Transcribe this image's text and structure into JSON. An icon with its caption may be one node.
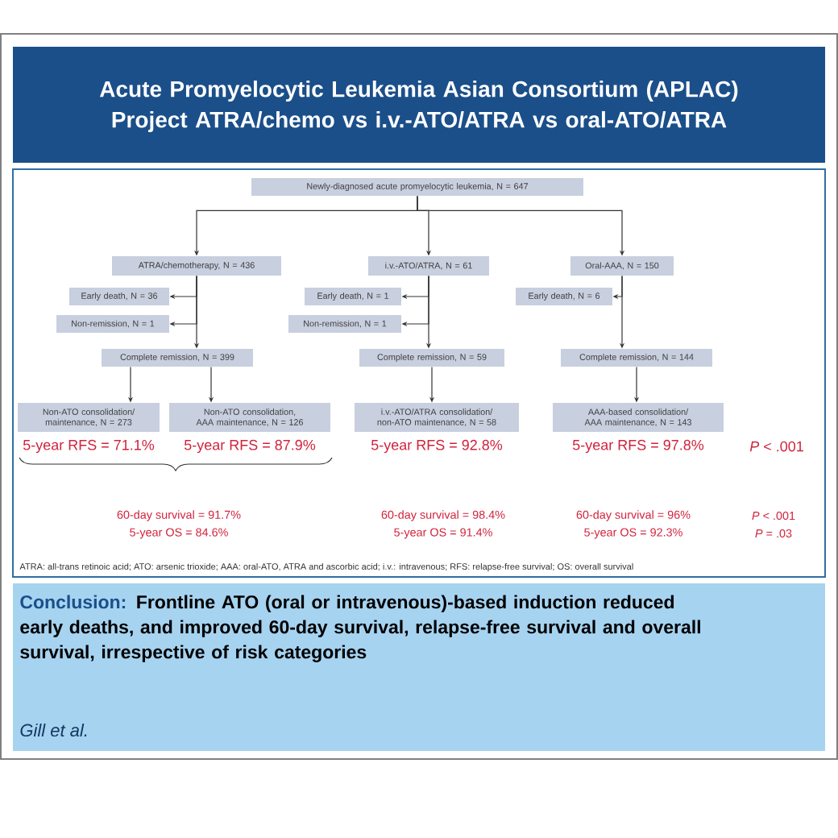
{
  "diagram": {
    "title": "Acute Promyelocytic Leukemia Asian Consortium (APLAC) Project ATRA/chemo vs i.v.-ATO/ATRA vs oral-ATO/ATRA",
    "nodes": [
      {
        "text": [
          "Newly-diagnosed acute promyelocytic leukemia, N = 647"
        ]
      },
      {
        "text": [
          "ATRA/chemotherapy, N = 436"
        ]
      },
      {
        "text": [
          "i.v.-ATO/ATRA, N = 61"
        ]
      },
      {
        "text": [
          "Oral-AAA, N = 150"
        ]
      },
      {
        "text": [
          "Early death, N = 36"
        ]
      },
      {
        "text": [
          "Non-remission, N = 1"
        ]
      },
      {
        "text": [
          "Early death, N = 1"
        ]
      },
      {
        "text": [
          "Non-remission, N = 1"
        ]
      },
      {
        "text": [
          "Early death, N = 6"
        ]
      },
      {
        "text": [
          "Complete remission, N = 399"
        ]
      },
      {
        "text": [
          "Complete remission, N = 59"
        ]
      },
      {
        "text": [
          "Complete remission, N = 144"
        ]
      },
      {
        "text": [
          "Non-ATO consolidation/ maintenance, N = 273"
        ],
        "beside": [
          "5-year RFS = 71.1%"
        ]
      },
      {
        "text": [
          "Non-ATO consolidation, AAA maintenance, N = 126"
        ],
        "beside": [
          "5-year RFS = 87.9%"
        ]
      },
      {
        "text": [
          "i.v.-ATO/ATRA consolidation/ non-ATO maintenance, N = 58"
        ],
        "beside": [
          "5-year RFS = 92.8%"
        ]
      },
      {
        "text": [
          "AAA-based consolidation/ AAA maintenance, N = 143"
        ],
        "beside": [
          "5-year RFS = 97.8%"
        ]
      }
    ],
    "edges": [
      {
        "from": 0,
        "to": 1,
        "arrow": "to"
      },
      {
        "from": 0,
        "to": 2,
        "arrow": "to"
      },
      {
        "from": 0,
        "to": 3,
        "arrow": "to"
      },
      {
        "from": 1,
        "to": 4,
        "arrow": "to"
      },
      {
        "from": 1,
        "to": 5,
        "arrow": "to"
      },
      {
        "from": 1,
        "to": 9,
        "arrow": "to"
      },
      {
        "from": 2,
        "to": 6,
        "arrow": "to"
      },
      {
        "from": 2,
        "to": 7,
        "arrow": "to"
      },
      {
        "from": 2,
        "to": 10,
        "arrow": "to"
      },
      {
        "from": 3,
        "to": 8,
        "arrow": "to"
      },
      {
        "from": 3,
        "to": 11,
        "arrow": "to"
      },
      {
        "from": 9,
        "to": 12,
        "arrow": "to"
      },
      {
        "from": 9,
        "to": 13,
        "arrow": "to"
      },
      {
        "from": 10,
        "to": 14,
        "arrow": "to"
      },
      {
        "from": 11,
        "to": 15,
        "arrow": "to"
      }
    ],
    "labels": [
      "*P* < .001",
      "60-day survival = 91.7%",
      "60-day survival = 98.4%",
      "60-day survival = 96%",
      "*P* < .001",
      "5-year OS = 84.6%",
      "5-year OS = 91.4%",
      "5-year OS = 92.3%",
      "*P* = .03",
      "ATRA: all-trans retinoic acid; ATO: arsenic trioxide; AAA: oral-ATO, ATRA and ascorbic acid; i.v.: intravenous; RFS: relapse-free survival; OS: overall survival",
      "Conclusion:",
      "Frontline ATO (oral or intravenous)-based induction reduced early deaths, and improved 60-day survival, relapse-free survival and overall survival, irrespective of risk categories",
      "Gill et al."
    ]
  }
}
